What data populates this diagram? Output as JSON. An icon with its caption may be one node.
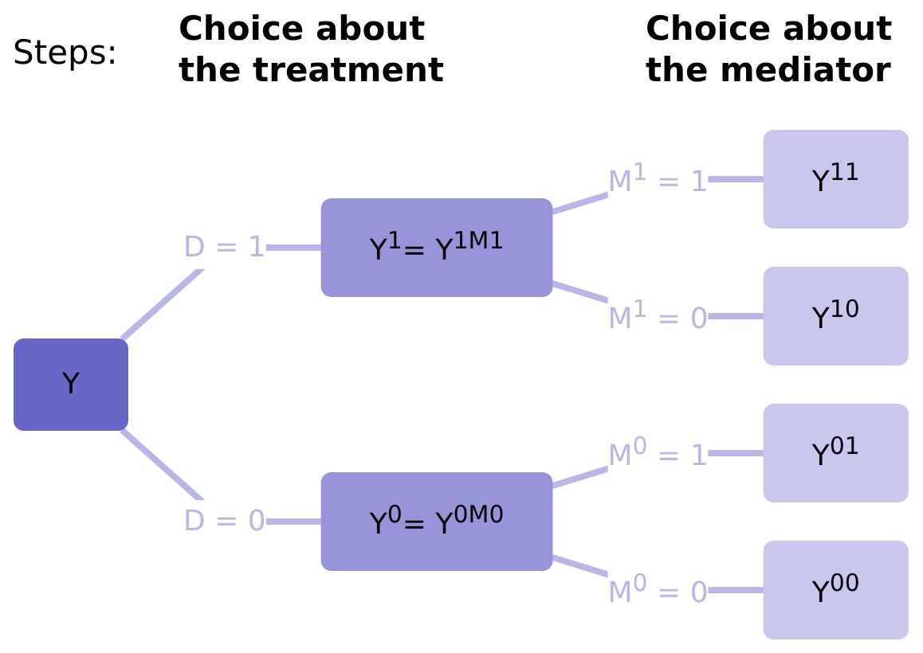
{
  "diagram": {
    "nodes": [
      {
        "text": [
          "Y"
        ]
      },
      {
        "text": [
          "Y$^{1}$= Y$^{1M}$$^{1}$"
        ]
      },
      {
        "text": [
          "Y$^{0}$= Y$^{0M}$$^{0}$"
        ]
      },
      {
        "text": [
          "Y$^{11}$"
        ]
      },
      {
        "text": [
          "Y$^{10}$"
        ]
      },
      {
        "text": [
          "Y$^{01}$"
        ]
      },
      {
        "text": [
          "Y$^{00}$"
        ]
      }
    ],
    "edges": [
      {
        "from": 0,
        "to": 1,
        "arrow": "none",
        "label": "D = 1"
      },
      {
        "from": 0,
        "to": 2,
        "arrow": "none",
        "label": "D = 0"
      },
      {
        "from": 1,
        "to": 3,
        "arrow": "none",
        "label": "M$^{1}$ = 1"
      },
      {
        "from": 1,
        "to": 4,
        "arrow": "none",
        "label": "M$^{1}$ = 0"
      },
      {
        "from": 2,
        "to": 5,
        "arrow": "none",
        "label": "M$^{0}$ = 1"
      },
      {
        "from": 2,
        "to": 6,
        "arrow": "none",
        "label": "M$^{0}$ = 0"
      }
    ],
    "labels": [
      "Steps:",
      "Choice about the treatment",
      "Choice about the mediator"
    ]
  }
}
